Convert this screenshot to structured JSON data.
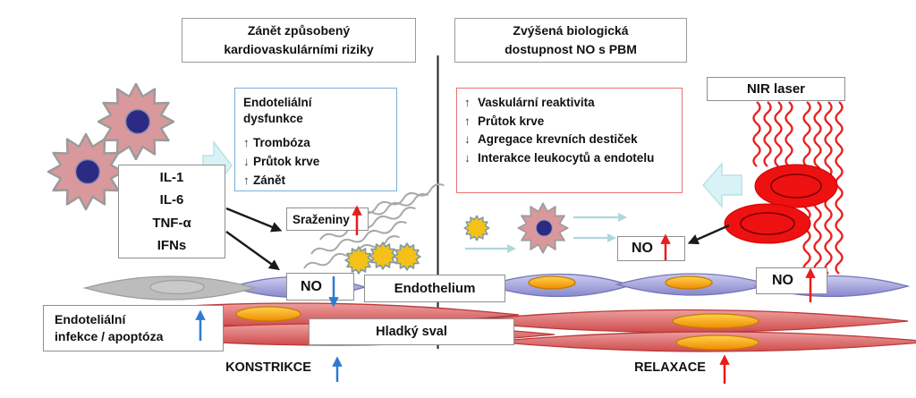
{
  "titles": {
    "left_line1": "Zánět způsobený",
    "left_line2": "kardiovaskulárními riziky",
    "right_line1": "Zvýšená biologická",
    "right_line2": "dostupnost NO s PBM"
  },
  "cytokine_box": {
    "items": [
      "IL-1",
      "IL-6",
      "TNF-α",
      "IFNs"
    ]
  },
  "dysfunction_box": {
    "title_line1": "Endoteliální",
    "title_line2": "dysfunkce",
    "items": [
      {
        "arrow": "↑",
        "text": "Trombóza"
      },
      {
        "arrow": "↓",
        "text": "Průtok krve"
      },
      {
        "arrow": "↑",
        "text": "Zánět"
      }
    ]
  },
  "pbm_box": {
    "items": [
      {
        "arrow": "↑",
        "text": "Vaskulární reaktivita"
      },
      {
        "arrow": "↑",
        "text": "Průtok krve"
      },
      {
        "arrow": "↓",
        "text": "Agregace krevních destiček"
      },
      {
        "arrow": "↓",
        "text": "Interakce leukocytů a endotelu"
      }
    ]
  },
  "labels": {
    "nir_laser": "NIR laser",
    "srazeniny": "Sraženiny",
    "no": "NO",
    "endothelium": "Endothelium",
    "hladky_sval": "Hladký sval",
    "infekce_line1": "Endoteliální",
    "infekce_line2": "infekce / apoptóza",
    "konstrikce": "KONSTRIKCE",
    "relaxace": "RELAXACE"
  },
  "colors": {
    "accent_blue": "#2f7bd0",
    "accent_red": "#e81c1c",
    "box_border_blue": "#7ab0dd",
    "box_border_red": "#e87272",
    "cell_pink": "#d9999c",
    "nucleus_navy": "#2b2b85",
    "platelet_yellow": "#f3c117",
    "rbc_red": "#ee1111",
    "endothelium_purple": "#9a9ad6",
    "muscle_red": "#d96a6a",
    "laser_red": "#e82323",
    "block_arrow_cyan": "#d8f3f5"
  }
}
